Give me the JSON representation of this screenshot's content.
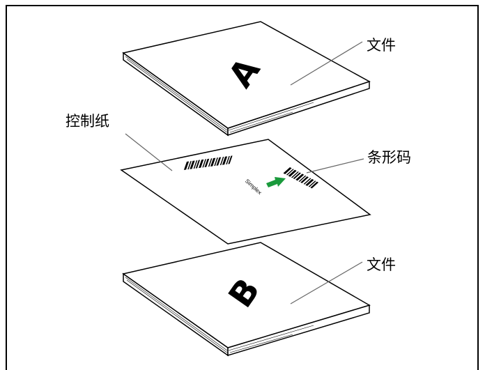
{
  "labels": {
    "document_top": "文件",
    "control_sheet": "控制纸",
    "barcode": "条形码",
    "document_bottom": "文件"
  },
  "docs": {
    "top_letter": "A",
    "bottom_letter": "B"
  },
  "control_sheet": {
    "mode_text": "Simplex",
    "arrow_color": "#1a9a3c"
  }
}
